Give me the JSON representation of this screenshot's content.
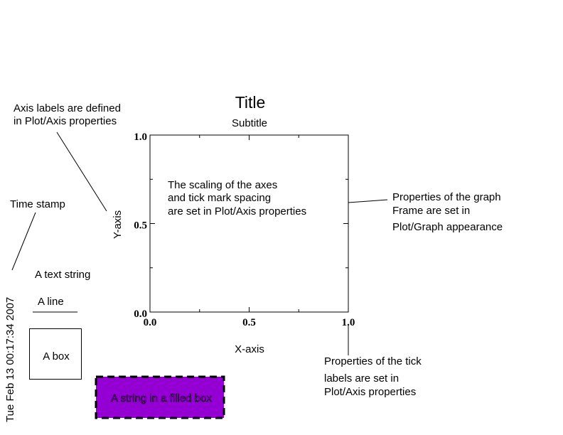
{
  "chart_data": {
    "type": "line",
    "title": "Title",
    "subtitle": "Subtitle",
    "xlabel": "X-axis",
    "ylabel": "Y-axis",
    "xlim": [
      0,
      1
    ],
    "ylim": [
      0,
      1
    ],
    "major_ticks": [
      0,
      0.5,
      1
    ],
    "minor_ticks": [
      0.25,
      0.75
    ],
    "x_tick_labels": [
      "0.0",
      "0.5",
      "1.0"
    ],
    "y_tick_labels": [
      "0.0",
      "0.5",
      "1.0"
    ],
    "series": [],
    "grid": false
  },
  "annotations": {
    "axis_labels_note": [
      "Axis labels are defined",
      "in Plot/Axis properties"
    ],
    "time_stamp_note": "Time stamp",
    "scaling_note": [
      "The scaling of the axes",
      "and tick mark spacing",
      "are set in Plot/Axis properties"
    ],
    "frame_note": [
      "Properties of the graph",
      "Frame are set in",
      "Plot/Graph appearance"
    ],
    "tick_labels_note": [
      "Properties of the tick",
      "labels are set in",
      "Plot/Axis properties"
    ],
    "text_string": "A text string",
    "line_label": "A line",
    "box_label": "A box",
    "filled_box_label": "A string in a filled box",
    "timestamp": "Tue Feb 13 00:17:34 2007"
  },
  "colors": {
    "filled_box": "#9400d3",
    "ink": "#000000"
  }
}
